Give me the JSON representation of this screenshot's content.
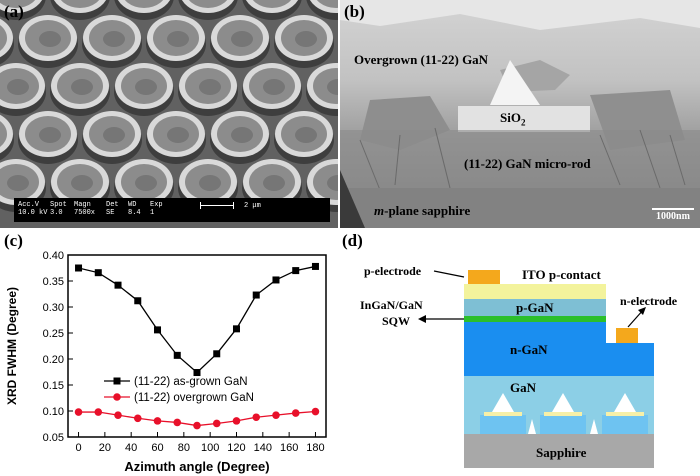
{
  "panel_labels": {
    "a": "(a)",
    "b": "(b)",
    "c": "(c)",
    "d": "(d)"
  },
  "sem_info": {
    "col1": [
      "Acc.V",
      "10.0 kV"
    ],
    "col2": [
      "Spot",
      "3.0"
    ],
    "col3": [
      "Magn",
      "7500x"
    ],
    "col4": [
      "Det",
      "SE"
    ],
    "col5": [
      "WD",
      "8.4"
    ],
    "col6": [
      "Exp",
      "1"
    ],
    "scale": "2 μm"
  },
  "cross_section": {
    "overgrown": "Overgrown (11-22) GaN",
    "sio2_main": "SiO",
    "sio2_sub": "2",
    "microrod": "(11-22) GaN micro-rod",
    "sapphire_italic": "m",
    "sapphire_rest": "-plane sapphire",
    "scale": "1000nm"
  },
  "chart_data": {
    "type": "line",
    "xlabel": "Azimuth angle (Degree)",
    "ylabel": "XRD FWHM (Degree)",
    "xlim": [
      -8,
      188
    ],
    "ylim": [
      0.05,
      0.4
    ],
    "xticks": [
      0,
      20,
      40,
      60,
      80,
      100,
      120,
      140,
      160,
      180
    ],
    "yticks": [
      0.05,
      0.1,
      0.15,
      0.2,
      0.25,
      0.3,
      0.35,
      0.4
    ],
    "ytick_labels": [
      "0.05",
      "0.10",
      "0.15",
      "0.20",
      "0.25",
      "0.30",
      "0.35",
      "0.40"
    ],
    "x": [
      0,
      15,
      30,
      45,
      60,
      75,
      90,
      105,
      120,
      135,
      150,
      165,
      180
    ],
    "legend_position": "lower-left",
    "series": [
      {
        "name": "(11-22) as-grown GaN",
        "color": "#000000",
        "marker": "square",
        "values": [
          0.375,
          0.366,
          0.342,
          0.312,
          0.256,
          0.207,
          0.174,
          0.21,
          0.258,
          0.323,
          0.352,
          0.37,
          0.378
        ]
      },
      {
        "name": "(11-22) overgrown GaN",
        "color": "#e8102a",
        "marker": "circle",
        "values": [
          0.098,
          0.098,
          0.092,
          0.086,
          0.081,
          0.078,
          0.072,
          0.076,
          0.081,
          0.088,
          0.092,
          0.096,
          0.099
        ]
      }
    ]
  },
  "device": {
    "p_electrode": "p-electrode",
    "ito": "ITO p-contact",
    "p_gan": "p-GaN",
    "ingan_line1": "InGaN/GaN",
    "ingan_line2": "SQW",
    "n_electrode": "n-electrode",
    "n_gan": "n-GaN",
    "gan": "GaN",
    "sapphire": "Sapphire",
    "colors": {
      "electrode": "#f4a81c",
      "ito": "#f3f39c",
      "p_gan": "#7ebfd4",
      "sqw": "#2bbf2b",
      "n_gan": "#1a8ef0",
      "gan": "#8ccfe6",
      "sapphire": "#a8a8a8",
      "rod": "#6ec3f1",
      "sio2": "#f7f0a8"
    }
  }
}
